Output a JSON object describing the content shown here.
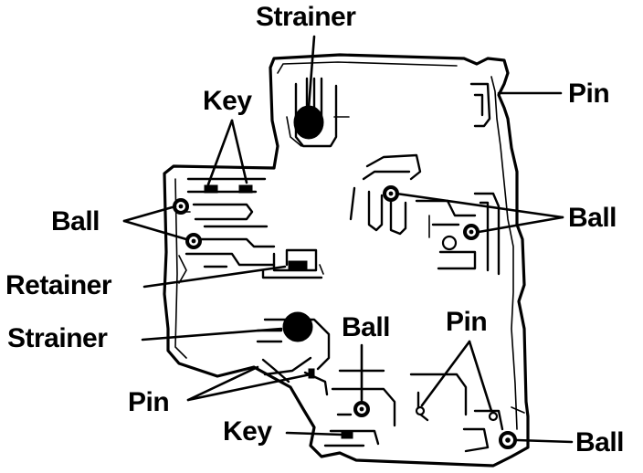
{
  "labels": {
    "strainer_top": "Strainer",
    "key_top": "Key",
    "pin_right": "Pin",
    "ball_left": "Ball",
    "ball_right": "Ball",
    "retainer": "Retainer",
    "strainer_mid": "Strainer",
    "ball_center": "Ball",
    "pin_center": "Pin",
    "pin_left": "Pin",
    "key_bottom": "Key",
    "ball_bottom_right": "Ball"
  }
}
